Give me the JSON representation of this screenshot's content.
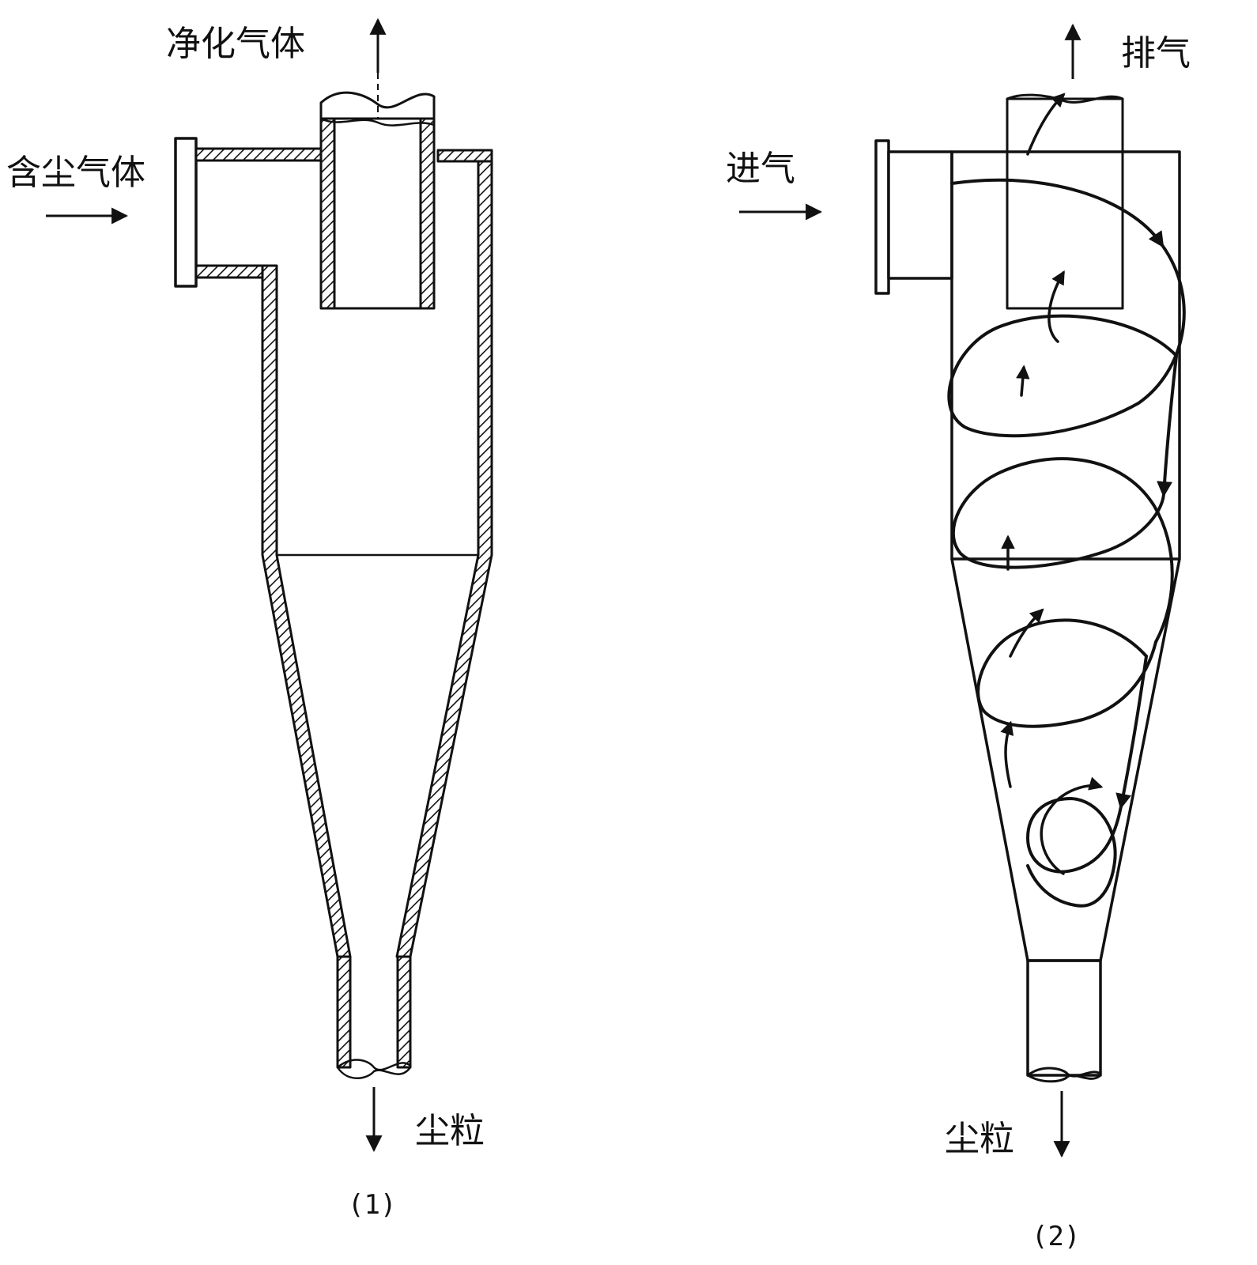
{
  "labels": {
    "clean_gas": "净化气体",
    "dusty_gas": "含尘气体",
    "dust_left": "尘粒",
    "exhaust": "排气",
    "inlet": "进气",
    "dust_right": "尘粒",
    "caption_1": "(1)",
    "caption_2": "(2)"
  },
  "colors": {
    "ink": "#111111",
    "background": "#ffffff"
  }
}
